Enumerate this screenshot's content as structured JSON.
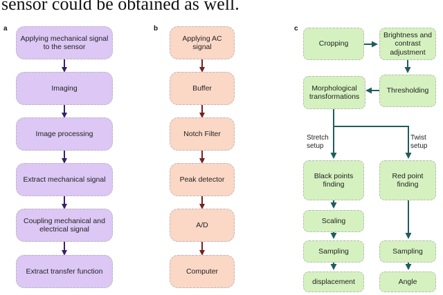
{
  "caption": "sensor could be obtained as well.",
  "panels": {
    "a": {
      "label": "a",
      "nodes": [
        "Applying mechanical signal to the sensor",
        "Imaging",
        "Image processing",
        "Extract mechanical signal",
        "Coupling mechanical and electrical signal",
        "Extract transfer function"
      ]
    },
    "b": {
      "label": "b",
      "nodes": [
        "Applying AC signal",
        "Buffer",
        "Notch Filter",
        "Peak detector",
        "A/D",
        "Computer"
      ]
    },
    "c": {
      "label": "c",
      "nodes": {
        "cropping": "Cropping",
        "brightness": "Brightness and contrast adjustment",
        "thresholding": "Thresholding",
        "morph": "Morphological transformations",
        "black_points": "Black points finding",
        "red_point": "Red point finding",
        "scaling": "Scaling",
        "sampling_left": "Sampling",
        "sampling_right": "Sampling",
        "displacement": "displacement",
        "angle": "Angle"
      },
      "branch_labels": {
        "stretch": "Stretch setup",
        "twist": "Twist setup"
      }
    }
  },
  "colors": {
    "panel_a_fill": "#dcc7f5",
    "panel_a_arrow": "#3a1f6b",
    "panel_b_fill": "#fbd7c6",
    "panel_b_arrow": "#7a1d1d",
    "panel_c_fill": "#d5f1c0",
    "panel_c_arrow": "#1f5c5c"
  }
}
